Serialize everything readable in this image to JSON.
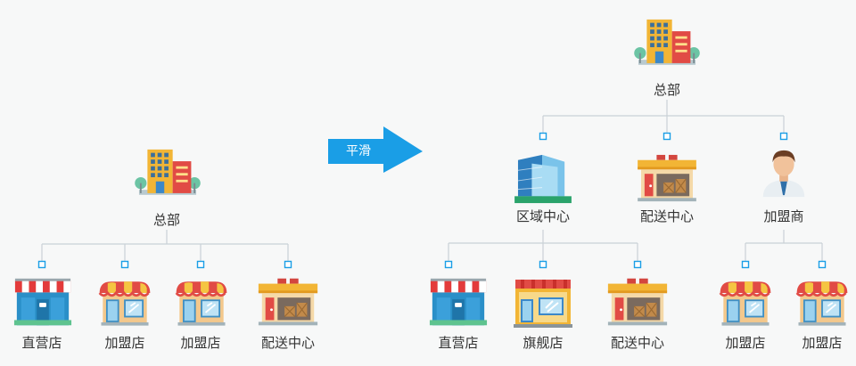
{
  "left_tree": {
    "root": {
      "label": "总部",
      "icon": "office-building-icon"
    },
    "children": [
      {
        "label": "直营店",
        "icon": "direct-store-icon"
      },
      {
        "label": "加盟店",
        "icon": "franchise-store-icon"
      },
      {
        "label": "加盟店",
        "icon": "franchise-store-icon"
      },
      {
        "label": "配送中心",
        "icon": "distribution-warehouse-icon"
      }
    ]
  },
  "arrow": {
    "label": "平滑",
    "color": "#1a9ee6"
  },
  "right_tree": {
    "root": {
      "label": "总部",
      "icon": "office-building-icon"
    },
    "level1": [
      {
        "label": "区域中心",
        "icon": "regional-center-icon"
      },
      {
        "label": "配送中心",
        "icon": "distribution-warehouse-icon"
      },
      {
        "label": "加盟商",
        "icon": "franchisee-person-icon"
      }
    ],
    "level2_region": [
      {
        "label": "直营店",
        "icon": "direct-store-icon"
      },
      {
        "label": "旗舰店",
        "icon": "flagship-store-icon"
      },
      {
        "label": "配送中心",
        "icon": "distribution-warehouse-icon"
      }
    ],
    "level2_franchisee": [
      {
        "label": "加盟店",
        "icon": "franchise-store-icon"
      },
      {
        "label": "加盟店",
        "icon": "franchise-store-icon"
      }
    ]
  },
  "colors": {
    "connector": "#c9d1d6",
    "node_box": "#1a9ee6",
    "text": "#333333"
  }
}
